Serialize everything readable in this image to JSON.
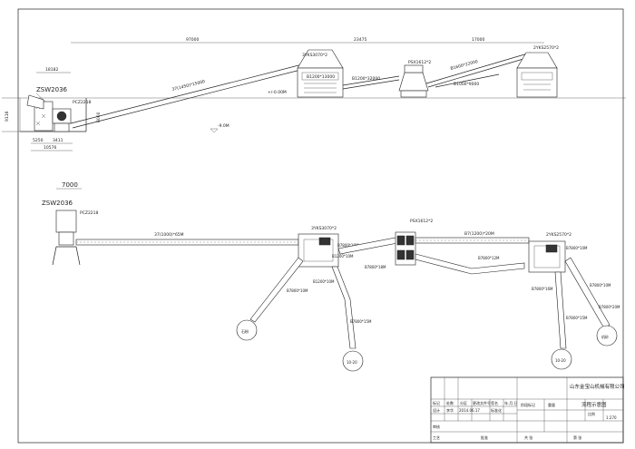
{
  "elevation": {
    "feeder_label": "ZSW2036",
    "crusher_label": "PCZ2218",
    "screen1_label": "3YKS3070*2",
    "sand_maker_label": "PSX1612*2",
    "screen2_label": "2YKS2570*2",
    "main_belt_label": "37(1450)*15000",
    "belt_b_label": "B1200*13000",
    "belt_c_label": "B1200*32000",
    "belt_d_label": "B1000*9000",
    "belt_e_label": "B1600*22000",
    "level_zero": "+/-0.00M",
    "level_minus": "-9.0M",
    "dim_total": "97000",
    "dim_feeder_span": "18182",
    "dim_mid": "23475",
    "dim_right": "17000",
    "dim_height": "9116",
    "dim_pit": "6000",
    "dim_base1": "5250",
    "dim_base2": "3411",
    "dim_base3": "10576"
  },
  "plan": {
    "feeder_label": "ZSW2036",
    "crusher_label": "PCZ2218",
    "dim_width": "7000",
    "screen1_label": "3YKS3070*2",
    "sand_maker_label": "PSX1612*2",
    "screen2_label": "2YKS2570*2",
    "belt_main": "37(1000)*65M",
    "belt_top_right": "B7(1200)*20M",
    "belt_s1_a": "B7800*10M",
    "belt_s1_b": "B1200*10M",
    "belt_s1_c": "B1200*10M",
    "belt_s1_d": "B7800*18M",
    "belt_right_mid": "B7800*12M",
    "belt_s2_a": "B7800*10M",
    "belt_s2_b": "B7800*16M",
    "belt_s2_c": "B7800*10M",
    "belt_s2_d": "B7800*20M",
    "belt_left_out": "B7800*10M",
    "belt_mid_out": "B7800*15M",
    "belt_right_out": "B7800*15M",
    "pile_left": "石粉",
    "pile_mid": "10-20",
    "pile_right_mid": "10-20",
    "pile_right": "机砂"
  },
  "title_block": {
    "company": "山东金宝山机械有限公司",
    "drawing_title": "流程示意图",
    "stage_mark": "阶段标记",
    "weight": "重量",
    "scale": "比例",
    "scale_value": "1:270",
    "sheet_total": "共    张",
    "sheet_no": "第    张",
    "row1": [
      "标记",
      "处数",
      "分区",
      "更改文件号",
      "签名",
      "年.月.日"
    ],
    "row2": [
      "设计",
      "李华",
      "2014.06.17",
      "标准化"
    ],
    "row3": [
      "审核",
      ""
    ],
    "row4": [
      "工艺",
      "",
      "批准"
    ]
  }
}
